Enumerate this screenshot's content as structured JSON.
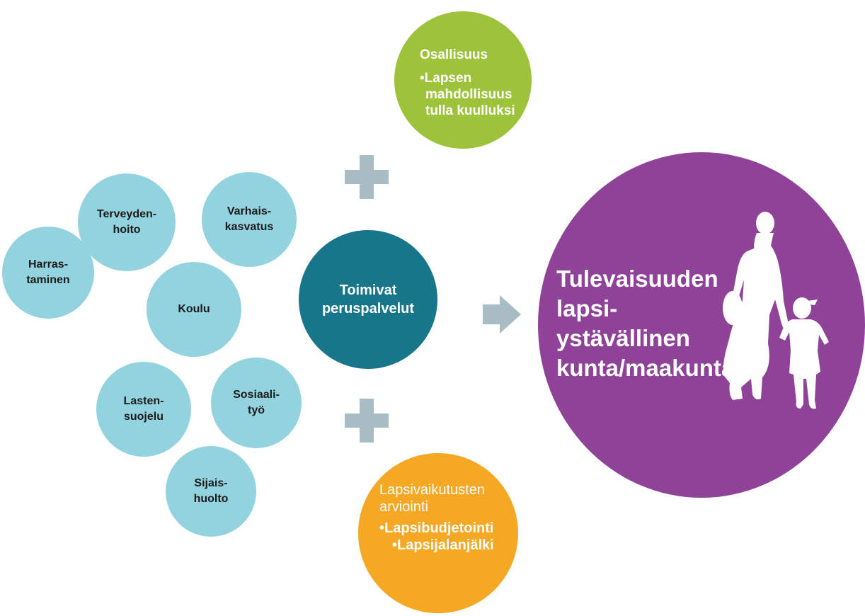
{
  "services": [
    {
      "id": "harrastaminen",
      "lines": [
        "Harras-",
        "taminen"
      ]
    },
    {
      "id": "terveydenhoito",
      "lines": [
        "Terveyden-",
        "hoito"
      ]
    },
    {
      "id": "varhaiskasvatus",
      "lines": [
        "Varhais-",
        "kasvatus"
      ]
    },
    {
      "id": "koulu",
      "lines": [
        "Koulu"
      ]
    },
    {
      "id": "lastensuojelu",
      "lines": [
        "Lasten-",
        "suojelu"
      ]
    },
    {
      "id": "sosiaalityo",
      "lines": [
        "Sosiaali-",
        "työ"
      ]
    },
    {
      "id": "sijaishuolto",
      "lines": [
        "Sijais-",
        "huolto"
      ]
    }
  ],
  "center": {
    "lines": [
      "Toimivat",
      "peruspalvelut"
    ]
  },
  "osallisuus": {
    "title": "Osallisuus",
    "bullet_lines": [
      "•Lapsen",
      "mahdollisuus",
      "tulla kuulluksi"
    ]
  },
  "lapsivaikutus": {
    "title_lines": [
      "Lapsivaikutusten",
      "arviointi"
    ],
    "bullets": [
      "•Lapsibudjetointi",
      "•Lapsijalanjälki"
    ]
  },
  "result": {
    "lines": [
      "Tulevaisuuden",
      "lapsi-",
      "ystävällinen",
      "kunta/maakunta"
    ]
  },
  "colors": {
    "services": "#93d3df",
    "center": "#17768a",
    "osallisuus": "#9cc33a",
    "lapsivaikutus": "#f4a823",
    "result": "#8e4398",
    "connector": "#a7bcc3"
  }
}
